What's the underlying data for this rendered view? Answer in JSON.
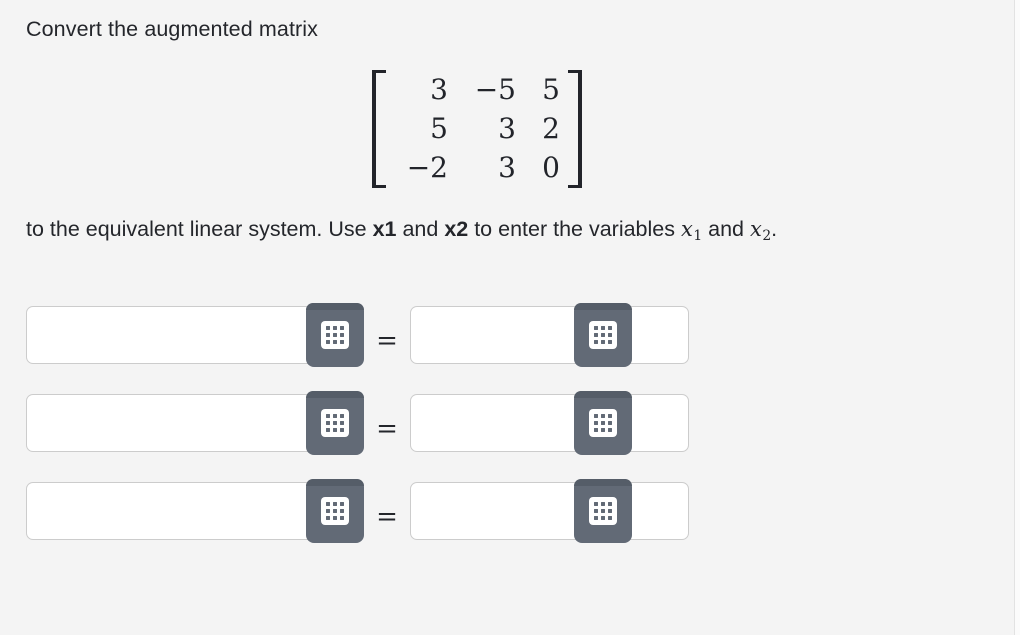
{
  "problem": {
    "prompt_top": "Convert the augmented matrix",
    "prompt_bottom_part1": "to the equivalent linear system. Use ",
    "prompt_bold_1": "x1",
    "prompt_bottom_part2": " and ",
    "prompt_bold_2": "x2",
    "prompt_bottom_part3": " to enter the variables ",
    "variable_1_letter": "x",
    "variable_1_sub": "1",
    "prompt_bottom_part4": " and ",
    "variable_2_letter": "x",
    "variable_2_sub": "2",
    "prompt_bottom_end": "."
  },
  "matrix": {
    "type": "augmented",
    "rows": 3,
    "cols": 3,
    "left_bracket": "[",
    "right_bracket": "]",
    "values": [
      [
        "3",
        "−5",
        "5"
      ],
      [
        "5",
        "3",
        "2"
      ],
      [
        "−2",
        "3",
        "0"
      ]
    ]
  },
  "answers": {
    "equals_symbol": "=",
    "keypad_icon_name": "math-keypad-icon",
    "rows": [
      {
        "left_value": "",
        "left_placeholder": "",
        "right_value": "",
        "right_placeholder": ""
      },
      {
        "left_value": "",
        "left_placeholder": "",
        "right_value": "",
        "right_placeholder": ""
      },
      {
        "left_value": "",
        "left_placeholder": "",
        "right_value": "",
        "right_placeholder": ""
      }
    ]
  },
  "colors": {
    "background": "#f4f4f4",
    "text": "#24262b",
    "input_background": "#ffffff",
    "input_border": "#cccccc",
    "keypad_button": "#626a76",
    "keypad_button_top": "#555d68"
  }
}
